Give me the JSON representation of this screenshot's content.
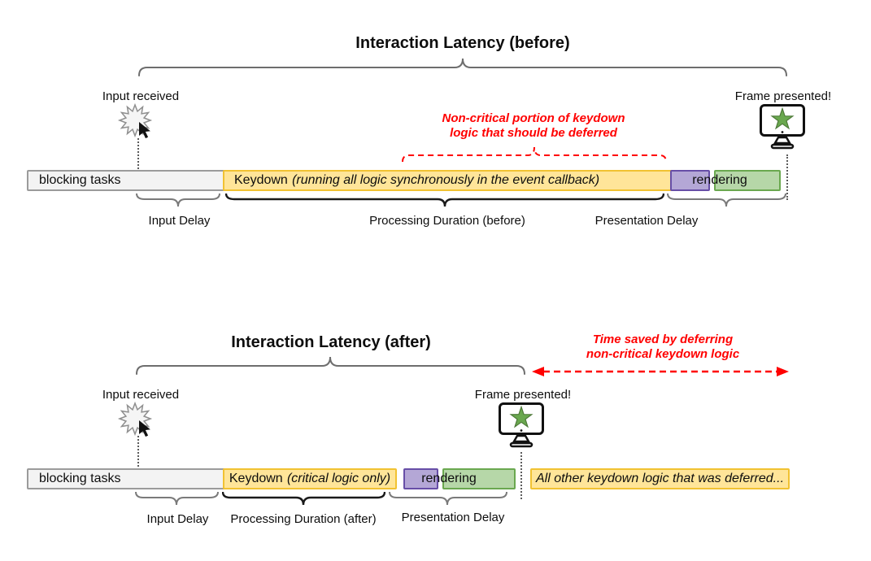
{
  "before": {
    "title": "Interaction Latency (before)",
    "input_received": "Input received",
    "frame_presented": "Frame presented!",
    "annotation": {
      "line1": "Non-critical portion of keydown",
      "line2": "logic that should be deferred"
    },
    "bars": {
      "blocking": "blocking tasks",
      "keydown": "Keydown",
      "keydown_note": "(running all logic synchronously in the event callback)",
      "rendering": "rendering"
    },
    "measures": {
      "input_delay": "Input Delay",
      "processing": "Processing Duration (before)",
      "presentation": "Presentation Delay"
    }
  },
  "after": {
    "title": "Interaction Latency (after)",
    "input_received": "Input received",
    "frame_presented": "Frame presented!",
    "annotation": {
      "line1": "Time saved by deferring",
      "line2": "non-critical keydown logic"
    },
    "bars": {
      "blocking": "blocking tasks",
      "keydown": "Keydown",
      "keydown_note": "(critical logic only)",
      "rendering": "rendering",
      "deferred": "All other keydown logic that was deferred..."
    },
    "measures": {
      "input_delay": "Input Delay",
      "processing": "Processing Duration (after)",
      "presentation": "Presentation Delay"
    }
  },
  "icons": {
    "input_received": "click-burst-cursor-icon",
    "frame_presented": "monitor-with-star-icon"
  },
  "colors": {
    "task_yellow_fill": "#FFE599",
    "task_yellow_border": "#F1C232",
    "purple_fill": "#B4A7D6",
    "purple_border": "#674EA7",
    "green_fill": "#B6D7A8",
    "green_border": "#6AA84F",
    "gray_fill": "#F3F3F3",
    "gray_border": "#9B9B9B",
    "annotation_red": "#FF0000",
    "brace_gray": "#6E6E6E",
    "brace_black": "#1A1A1A"
  }
}
